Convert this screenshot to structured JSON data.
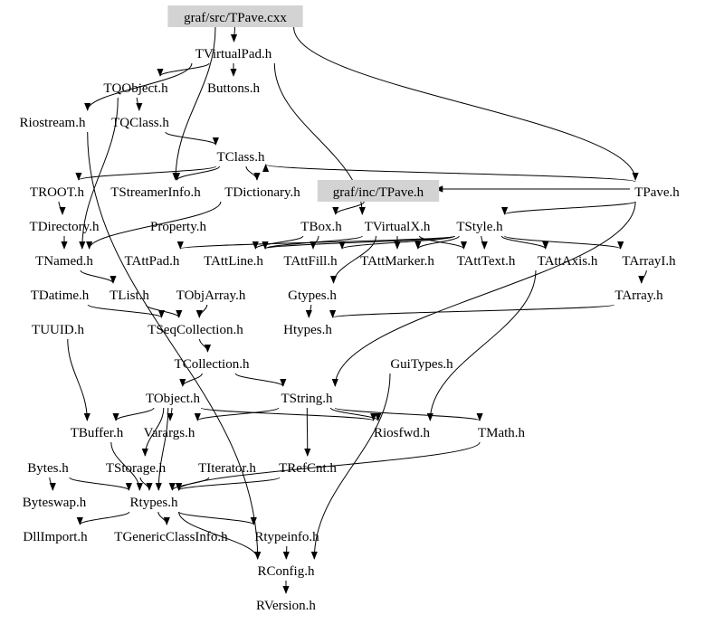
{
  "title": "Include dependency graph for graf/src/TPave.cxx",
  "colors": {
    "highlight_fill": "#d3d3d3",
    "edge": "#000000",
    "text": "#000000",
    "background": "#ffffff"
  },
  "nodes": [
    {
      "id": "tpave_cxx",
      "label": "graf/src/TPave.cxx",
      "highlighted": true
    },
    {
      "id": "tvirtualpad",
      "label": "TVirtualPad.h"
    },
    {
      "id": "tqobject",
      "label": "TQObject.h"
    },
    {
      "id": "buttons",
      "label": "Buttons.h"
    },
    {
      "id": "riostream",
      "label": "Riostream.h"
    },
    {
      "id": "tqclass",
      "label": "TQClass.h"
    },
    {
      "id": "tclass",
      "label": "TClass.h"
    },
    {
      "id": "troot",
      "label": "TROOT.h"
    },
    {
      "id": "tstreamerinfo",
      "label": "TStreamerInfo.h"
    },
    {
      "id": "tdictionary",
      "label": "TDictionary.h"
    },
    {
      "id": "tpave_h_inc",
      "label": "graf/inc/TPave.h",
      "highlighted": true
    },
    {
      "id": "tpave_h",
      "label": "TPave.h"
    },
    {
      "id": "tdirectory",
      "label": "TDirectory.h"
    },
    {
      "id": "property",
      "label": "Property.h"
    },
    {
      "id": "tbox",
      "label": "TBox.h"
    },
    {
      "id": "tvirtualx",
      "label": "TVirtualX.h"
    },
    {
      "id": "tstyle",
      "label": "TStyle.h"
    },
    {
      "id": "tnamed",
      "label": "TNamed.h"
    },
    {
      "id": "tattpad",
      "label": "TAttPad.h"
    },
    {
      "id": "tattline",
      "label": "TAttLine.h"
    },
    {
      "id": "tattfill",
      "label": "TAttFill.h"
    },
    {
      "id": "tattmarker",
      "label": "TAttMarker.h"
    },
    {
      "id": "tatttext",
      "label": "TAttText.h"
    },
    {
      "id": "tattaxis",
      "label": "TAttAxis.h"
    },
    {
      "id": "tarrayi",
      "label": "TArrayI.h"
    },
    {
      "id": "tdatime",
      "label": "TDatime.h"
    },
    {
      "id": "tlist",
      "label": "TList.h"
    },
    {
      "id": "tobjarray",
      "label": "TObjArray.h"
    },
    {
      "id": "gtypes",
      "label": "Gtypes.h"
    },
    {
      "id": "tarray",
      "label": "TArray.h"
    },
    {
      "id": "tuuid",
      "label": "TUUID.h"
    },
    {
      "id": "tseqcollection",
      "label": "TSeqCollection.h"
    },
    {
      "id": "htypes",
      "label": "Htypes.h"
    },
    {
      "id": "tcollection",
      "label": "TCollection.h"
    },
    {
      "id": "guitypes",
      "label": "GuiTypes.h"
    },
    {
      "id": "tobject",
      "label": "TObject.h"
    },
    {
      "id": "tstring",
      "label": "TString.h"
    },
    {
      "id": "tbuffer",
      "label": "TBuffer.h"
    },
    {
      "id": "varargs",
      "label": "Varargs.h"
    },
    {
      "id": "riosfwd",
      "label": "Riosfwd.h"
    },
    {
      "id": "tmath",
      "label": "TMath.h"
    },
    {
      "id": "bytes",
      "label": "Bytes.h"
    },
    {
      "id": "tstorage",
      "label": "TStorage.h"
    },
    {
      "id": "titerator",
      "label": "TIterator.h"
    },
    {
      "id": "trefcnt",
      "label": "TRefCnt.h"
    },
    {
      "id": "byteswap",
      "label": "Byteswap.h"
    },
    {
      "id": "rtypes",
      "label": "Rtypes.h"
    },
    {
      "id": "dllimport",
      "label": "DllImport.h"
    },
    {
      "id": "tgenericclassinfo",
      "label": "TGenericClassInfo.h"
    },
    {
      "id": "rtypeinfo",
      "label": "Rtypeinfo.h"
    },
    {
      "id": "rconfig",
      "label": "RConfig.h"
    },
    {
      "id": "rversion",
      "label": "RVersion.h"
    }
  ],
  "edges": [
    [
      "tpave_cxx",
      "tvirtualpad"
    ],
    [
      "tpave_cxx",
      "tpave_h"
    ],
    [
      "tpave_cxx",
      "tstreamerinfo"
    ],
    [
      "tvirtualpad",
      "buttons"
    ],
    [
      "tvirtualpad",
      "riostream"
    ],
    [
      "tvirtualpad",
      "tqobject"
    ],
    [
      "tvirtualpad",
      "tvirtualx"
    ],
    [
      "tqobject",
      "tqclass"
    ],
    [
      "tqclass",
      "tclass"
    ],
    [
      "tqobject",
      "tnamed"
    ],
    [
      "tclass",
      "troot"
    ],
    [
      "tclass",
      "tstreamerinfo"
    ],
    [
      "tclass",
      "tdictionary"
    ],
    [
      "troot",
      "tdirectory"
    ],
    [
      "tdirectory",
      "tnamed"
    ],
    [
      "tdictionary",
      "tnamed"
    ],
    [
      "tpave_h",
      "tpave_h_inc"
    ],
    [
      "tpave_h",
      "tstyle"
    ],
    [
      "tpave_h",
      "tclass"
    ],
    [
      "tpave_h",
      "tstring"
    ],
    [
      "tpave_h_inc",
      "tbox"
    ],
    [
      "tbox",
      "tattline"
    ],
    [
      "tbox",
      "tattfill"
    ],
    [
      "tvirtualx",
      "tattline"
    ],
    [
      "tvirtualx",
      "tattmarker"
    ],
    [
      "tvirtualx",
      "tatttext"
    ],
    [
      "tvirtualx",
      "gtypes"
    ],
    [
      "tstyle",
      "tattline"
    ],
    [
      "tstyle",
      "tattfill"
    ],
    [
      "tstyle",
      "tatttext"
    ],
    [
      "tstyle",
      "tattaxis"
    ],
    [
      "tstyle",
      "tarrayi"
    ],
    [
      "tstyle",
      "tattmarker"
    ],
    [
      "tstyle",
      "tattpad"
    ],
    [
      "tarrayi",
      "tarray"
    ],
    [
      "tarray",
      "htypes"
    ],
    [
      "tnamed",
      "tlist"
    ],
    [
      "tdatime",
      "tseqcollection"
    ],
    [
      "tlist",
      "tseqcollection"
    ],
    [
      "tobjarray",
      "tseqcollection"
    ],
    [
      "tseqcollection",
      "tcollection"
    ],
    [
      "tcollection",
      "tobject"
    ],
    [
      "tcollection",
      "tstring"
    ],
    [
      "tobject",
      "varargs"
    ],
    [
      "tobject",
      "tstorage"
    ],
    [
      "tobject",
      "rtypes"
    ],
    [
      "tobject",
      "riosfwd"
    ],
    [
      "tobject",
      "tbuffer"
    ],
    [
      "tstring",
      "trefcnt"
    ],
    [
      "tstring",
      "varargs"
    ],
    [
      "tstring",
      "riosfwd"
    ],
    [
      "tstring",
      "tmath"
    ],
    [
      "tattaxis",
      "riosfwd"
    ],
    [
      "gtypes",
      "htypes"
    ],
    [
      "guitypes",
      "rconfig"
    ],
    [
      "tbuffer",
      "rtypes"
    ],
    [
      "bytes",
      "byteswap"
    ],
    [
      "bytes",
      "rtypes"
    ],
    [
      "tstorage",
      "rtypes"
    ],
    [
      "titerator",
      "rtypes"
    ],
    [
      "trefcnt",
      "rtypes"
    ],
    [
      "tmath",
      "rtypes"
    ],
    [
      "rtypes",
      "dllimport"
    ],
    [
      "rtypes",
      "tgenericclassinfo"
    ],
    [
      "rtypes",
      "rtypeinfo"
    ],
    [
      "rtypes",
      "rconfig"
    ],
    [
      "rtypeinfo",
      "rconfig"
    ],
    [
      "rconfig",
      "rversion"
    ],
    [
      "riostream",
      "rconfig"
    ],
    [
      "tuuid",
      "tbuffer"
    ]
  ]
}
